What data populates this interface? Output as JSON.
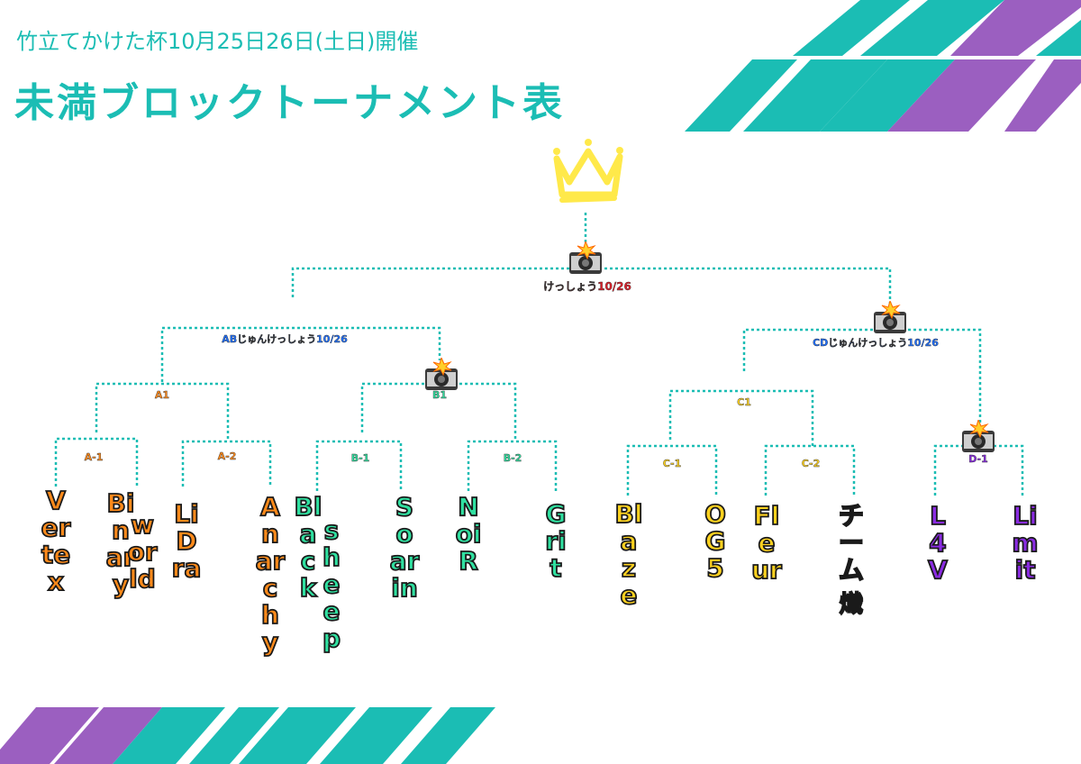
{
  "header": {
    "subtitle": "竹立てかけた杯10月25日26日(土日)開催",
    "title": "未満ブロックトーナメント表"
  },
  "colors": {
    "teal": "#1bbdb4",
    "purple": "#9b5fc0",
    "orange": "#ff8a1a",
    "green": "#2fe0a0",
    "yellow": "#ffd21f",
    "violet": "#8a2be2",
    "blue": "#1e6fff",
    "red": "#e0202a",
    "crown": "#ffe94a"
  },
  "labels": {
    "final": "けっしょう10/26",
    "ab_final": "ABじゅんけっしょう10/26",
    "cd_final": "CDじゅんけっしょう10/26",
    "a1": "A1",
    "b1": "B1",
    "c1": "C1",
    "a_1": "A-1",
    "a_2": "A-2",
    "b_1": "B-1",
    "b_2": "B-2",
    "c_1": "C-1",
    "c_2": "C-2",
    "d_1": "D-1"
  },
  "teams": {
    "vertex": "Vertex",
    "binary_world_1": "Binary",
    "binary_world_2": "world",
    "lidra": "LiDra",
    "anarchy": "Anarchy",
    "blackeep_1": "Black",
    "blackeep_2": "sheep",
    "soarin": "Soarin",
    "noir": "NoiR",
    "grit": "Grit",
    "blaze": "Blaze",
    "og5": "OG5",
    "fleur": "Fleur",
    "chiimu_1": "チーム",
    "chiimu_2": "熾",
    "l4v": "L4V",
    "limit": "Limit"
  },
  "icons": {
    "crown": "crown-icon",
    "camera": "camera-flash-icon"
  }
}
